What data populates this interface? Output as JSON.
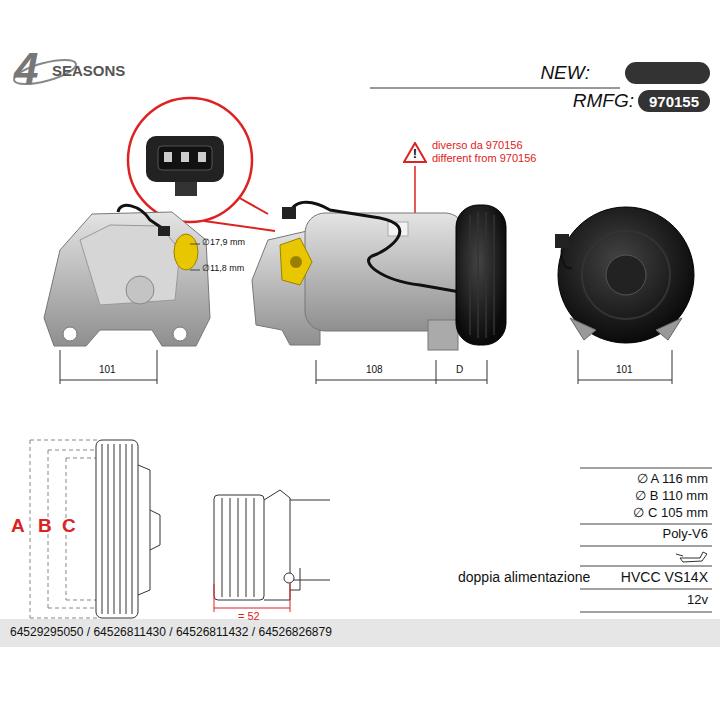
{
  "diagram": {
    "nodes": [
      {
        "text": [
          "970155"
        ]
      },
      {
        "text": [
          "!"
        ]
      }
    ],
    "labels": [
      "4",
      "SEASONS",
      "NEW:",
      "RMFG:",
      "diverso da 970156",
      "different from 970156",
      "∅17,9 mm",
      "∅11,8 mm",
      "101",
      "108",
      "D",
      "101",
      "A",
      "B",
      "C",
      "= 52",
      "∅ A 116 mm",
      "∅ B 110 mm",
      "∅ C 105 mm",
      "Poly-V6",
      "doppia alimentazione",
      "HVCC VS14X",
      "12v",
      "64529295050 / 64526811430 / 64526811432 / 64526826879"
    ]
  }
}
